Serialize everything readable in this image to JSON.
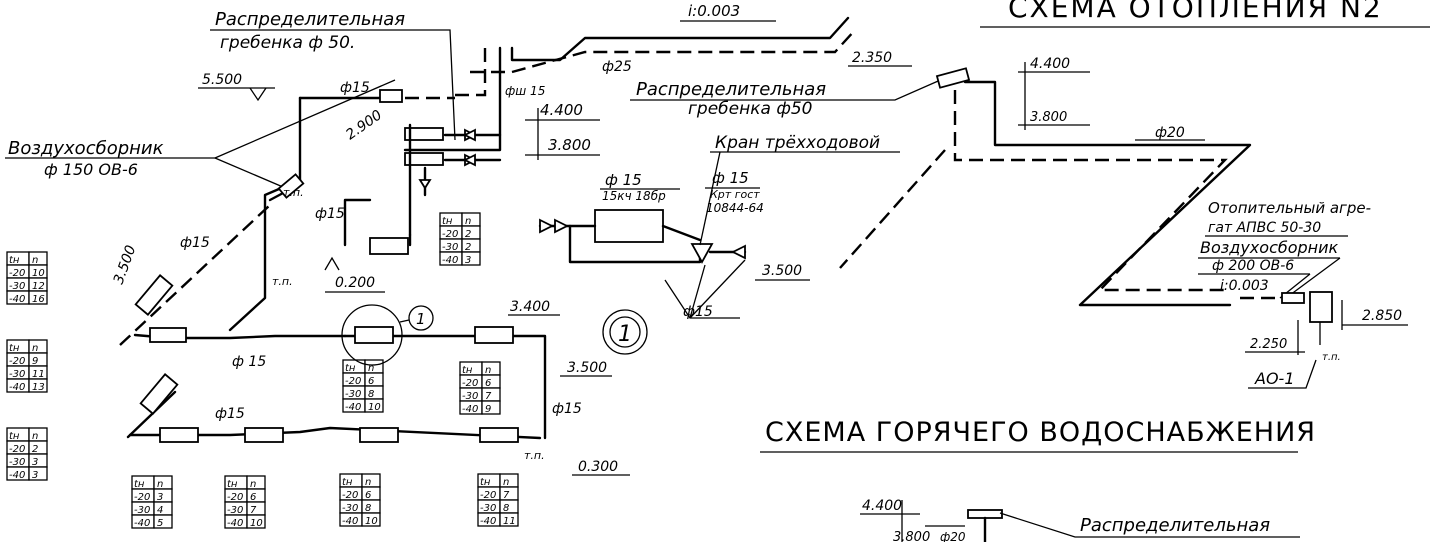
{
  "headings": {
    "heating": "СХЕМА   ОТОПЛЕНИЯ N2",
    "hot_water": "СХЕМА ГОРЯЧЕГО ВОДОСНАБЖЕНИЯ"
  },
  "labels": {
    "manifold_1": "Распределительная",
    "manifold_1_b": "гребенка ф 50.",
    "manifold_2": "Распределительная",
    "manifold_2_b": "гребенка ф50",
    "manifold_3": "Распределительная",
    "air_collector_1": "Воздухосборник",
    "air_collector_1_b": "ф 150 ОВ-6",
    "air_collector_2": "Воздухосборник",
    "air_collector_2_b": "ф 200 ОВ-6",
    "valve": "Кран трёхходовой",
    "heater_a": "Отопительный агре-",
    "heater_b": "гат АПВС 50-30",
    "ao": "АО-1",
    "slope_top": "i:0.003",
    "slope_right": "i:0.003",
    "pump_size": "ф 15",
    "pump_sub": "15кч 18бр",
    "valve_size": "ф 15",
    "valve_sub1": "Крт   гост",
    "valve_sub2": "10844-64",
    "node_id": "1",
    "phi15": "ф15",
    "phi15_b": "ф 15",
    "phi25": "ф25",
    "phi20": "ф20",
    "phi_sh15": "фш 15",
    "phi_hw": "ф20",
    "tp": "т.п."
  },
  "elevations": {
    "e5500": "5.500",
    "e2900": "2.900",
    "e4400a": "4.400",
    "e3800a": "3.800",
    "e0200": "0.200",
    "e3500a": "3.500",
    "e3400": "3.400",
    "e3500b": "3.500",
    "e3500c": "3.500",
    "e0300": "0.300",
    "e2350": "2.350",
    "e4400b": "4.400",
    "e3800b": "3.800",
    "e2850": "2.850",
    "e2250": "2.250",
    "e4400c": "4.400",
    "e3800c": "3.800"
  },
  "tables": [
    {
      "header": [
        "tн",
        "n"
      ],
      "rows": [
        [
          "-20",
          "10"
        ],
        [
          "-30",
          "12"
        ],
        [
          "-40",
          "16"
        ]
      ]
    },
    {
      "header": [
        "tн",
        "n"
      ],
      "rows": [
        [
          "-20",
          "9"
        ],
        [
          "-30",
          "11"
        ],
        [
          "-40",
          "13"
        ]
      ]
    },
    {
      "header": [
        "tн",
        "n"
      ],
      "rows": [
        [
          "-20",
          "2"
        ],
        [
          "-30",
          "3"
        ],
        [
          "-40",
          "3"
        ]
      ]
    },
    {
      "header": [
        "tн",
        "n"
      ],
      "rows": [
        [
          "-20",
          "3"
        ],
        [
          "-30",
          "4"
        ],
        [
          "-40",
          "5"
        ]
      ]
    },
    {
      "header": [
        "tн",
        "n"
      ],
      "rows": [
        [
          "-20",
          "6"
        ],
        [
          "-30",
          "7"
        ],
        [
          "-40",
          "10"
        ]
      ]
    },
    {
      "header": [
        "tн",
        "n"
      ],
      "rows": [
        [
          "-20",
          "6"
        ],
        [
          "-30",
          "8"
        ],
        [
          "-40",
          "10"
        ]
      ]
    },
    {
      "header": [
        "tн",
        "n"
      ],
      "rows": [
        [
          "-20",
          "7"
        ],
        [
          "-30",
          "8"
        ],
        [
          "-40",
          "11"
        ]
      ]
    },
    {
      "header": [
        "tн",
        "n"
      ],
      "rows": [
        [
          "-20",
          "6"
        ],
        [
          "-30",
          "8"
        ],
        [
          "-40",
          "10"
        ]
      ]
    },
    {
      "header": [
        "tн",
        "n"
      ],
      "rows": [
        [
          "-20",
          "6"
        ],
        [
          "-30",
          "7"
        ],
        [
          "-40",
          "9"
        ]
      ]
    },
    {
      "header": [
        "tн",
        "n"
      ],
      "rows": [
        [
          "-20",
          "2"
        ],
        [
          "-30",
          "2"
        ],
        [
          "-40",
          "3"
        ]
      ]
    }
  ]
}
